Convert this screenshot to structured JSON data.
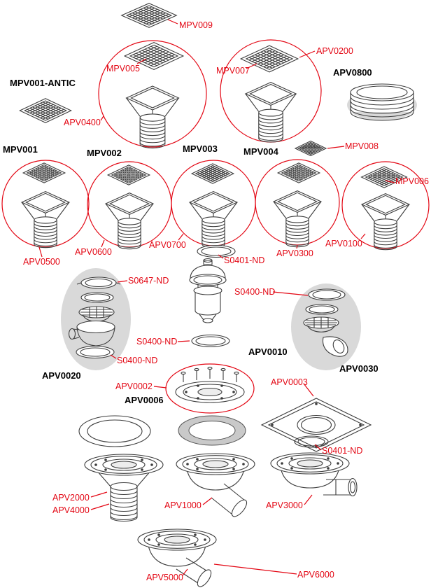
{
  "colors": {
    "accent": "#e30613",
    "line": "#3c3c3c",
    "shadow": "#d9d9d9"
  },
  "labels": {
    "mpv009": "MPV009",
    "mpv005": "MPV005",
    "mpv007": "MPV007",
    "apv0200": "APV0200",
    "apv0800": "APV0800",
    "mpv001_antic": "MPV001-ANTIC",
    "apv0400": "APV0400",
    "mpv001": "MPV001",
    "mpv002": "MPV002",
    "mpv003": "MPV003",
    "mpv004": "MPV004",
    "mpv008": "MPV008",
    "mpv006": "MPV006",
    "apv0500": "APV0500",
    "apv0600": "APV0600",
    "apv0700": "APV0700",
    "s0401_nd_a": "S0401-ND",
    "apv0300": "APV0300",
    "apv0100": "APV0100",
    "s0647_nd": "S0647-ND",
    "s0400_nd_a": "S0400-ND",
    "s0400_nd_b": "S0400-ND",
    "s0400_nd_c": "S0400-ND",
    "apv0020": "APV0020",
    "apv0010": "APV0010",
    "apv0030": "APV0030",
    "apv0002": "APV0002",
    "apv0006": "APV0006",
    "apv0003": "APV0003",
    "s0401_nd_b": "S0401-ND",
    "apv2000": "APV2000",
    "apv4000": "APV4000",
    "apv1000": "APV1000",
    "apv3000": "APV3000",
    "apv5000": "APV5000",
    "apv6000": "APV6000"
  }
}
